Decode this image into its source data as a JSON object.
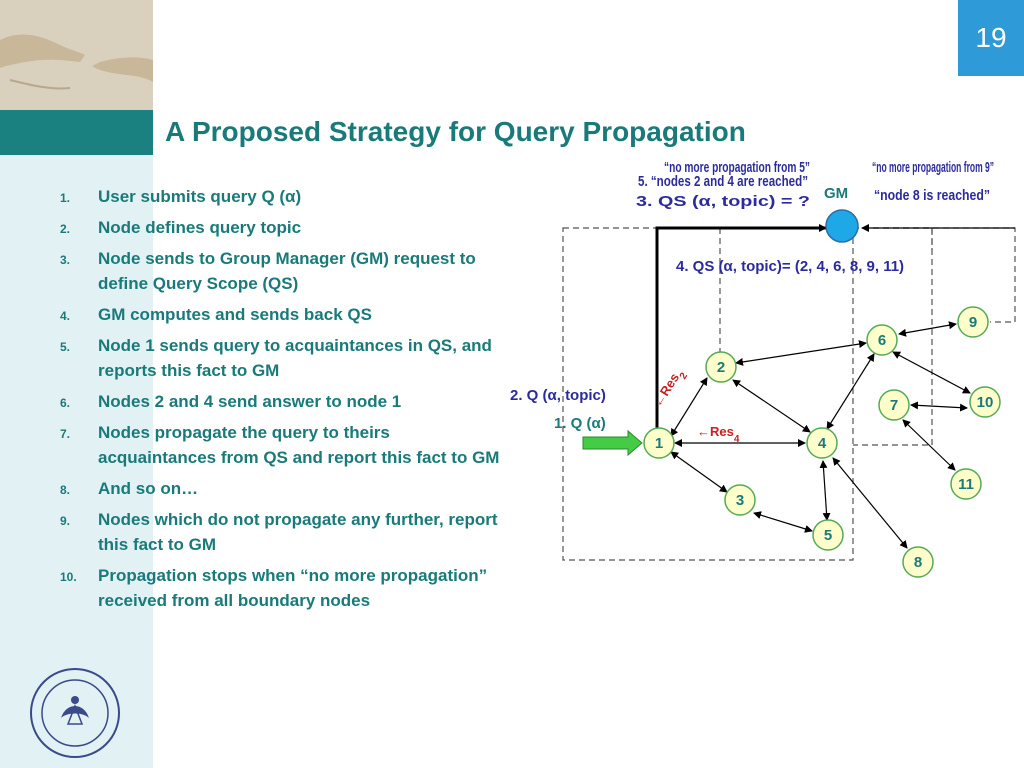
{
  "slide": {
    "page_number": "19",
    "title": "A Proposed Strategy for Query Propagation"
  },
  "steps": [
    {
      "num": "1.",
      "text": "User submits query Q (α)"
    },
    {
      "num": "2.",
      "text": "Node defines query topic"
    },
    {
      "num": "3.",
      "text": "Node sends to Group Manager (GM) request to define Query Scope (QS)"
    },
    {
      "num": "4.",
      "text": "GM computes and sends back QS"
    },
    {
      "num": "5.",
      "text": "Node 1 sends query to acquaintances in QS, and reports this fact to GM"
    },
    {
      "num": "6.",
      "text": "Nodes 2 and 4 send answer to node 1"
    },
    {
      "num": "7.",
      "text": "Nodes propagate the query to theirs acquaintances from QS and report this fact to GM"
    },
    {
      "num": "8.",
      "text": "And so on…"
    },
    {
      "num": "9.",
      "text": "Nodes which do not propagate any further, report this fact to GM"
    },
    {
      "num": "10.",
      "text": "Propagation stops when “no more propagation” received from all boundary nodes"
    }
  ],
  "diagram": {
    "gm_label": "GM",
    "nodes": [
      {
        "id": "1",
        "label": "1"
      },
      {
        "id": "2",
        "label": "2"
      },
      {
        "id": "3",
        "label": "3"
      },
      {
        "id": "4",
        "label": "4"
      },
      {
        "id": "5",
        "label": "5"
      },
      {
        "id": "6",
        "label": "6"
      },
      {
        "id": "7",
        "label": "7"
      },
      {
        "id": "8",
        "label": "8"
      },
      {
        "id": "9",
        "label": "9"
      },
      {
        "id": "10",
        "label": "10"
      },
      {
        "id": "11",
        "label": "11"
      }
    ],
    "labels": {
      "q_alpha": "1. Q (α)",
      "q_topic": "2. Q (α, topic)",
      "qs_request": "3. QS (α, topic) = ?",
      "qs_result": "4. QS (α, topic)= (2, 4, 6, 8, 9, 11)",
      "nodes_reached": "5. “nodes 2 and 4 are reached”",
      "no_more_1": "“no more propagation from 5”",
      "no_more_2": "“no more propagation from 9”",
      "node_8_reached": "“node 8 is reached”",
      "res2": "←Res",
      "res2_sub": "2",
      "res4": "←Res",
      "res4_sub": "4"
    },
    "colors": {
      "node_fill": "#ffffcc",
      "node_stroke": "#55aa55",
      "gm_fill": "#1ea8e8",
      "arrow_green": "#44cc44",
      "label_blue": "#2b2b9e",
      "label_teal": "#1a7a7a",
      "label_red": "#cc1f1f"
    }
  }
}
